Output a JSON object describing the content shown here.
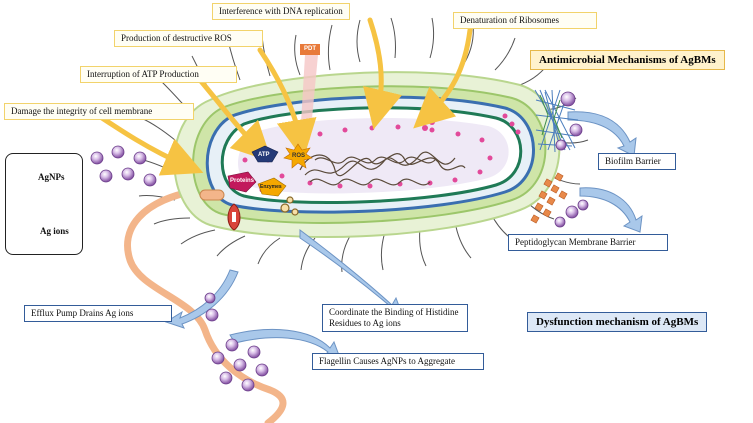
{
  "labels": {
    "dna_replication": "Interference with DNA replication",
    "ribosomes": "Denaturation of Ribosomes",
    "ros": "Production of destructive ROS",
    "atp_production": "Interruption of ATP Production",
    "membrane": "Damage the integrity of cell membrane",
    "biofilm": "Biofilm Barrier",
    "peptidoglycan": "Peptidoglycan Membrane Barrier",
    "efflux": "Efflux Pump Drains Ag ions",
    "histidine": "Coordinate the Binding of Histidine Residues to Ag ions",
    "flagellin": "Flagellin Causes AgNPs to Aggregate"
  },
  "titles": {
    "antimicrobial": "Antimicrobial Mechanisms of AgBMs",
    "dysfunction": "Dysfunction mechanism of AgBMs"
  },
  "legend": {
    "agnps": "AgNPs",
    "ag_ions": "Ag ions"
  },
  "cell_tags": {
    "pdt": "PDT",
    "atp": "ATP",
    "ros": "ROS",
    "proteins": "Proteins",
    "enzymes": "Enzymes"
  },
  "colors": {
    "arrow_yellow": "#f6c343",
    "arrow_blue": "#a9c8ea",
    "nanoparticle": "#b98ad0",
    "membrane_blue": "#3a6fb0",
    "membrane_green": "#1f7a56",
    "cell_wall": "#cfe5a8",
    "flagellum": "#f3b58a"
  }
}
